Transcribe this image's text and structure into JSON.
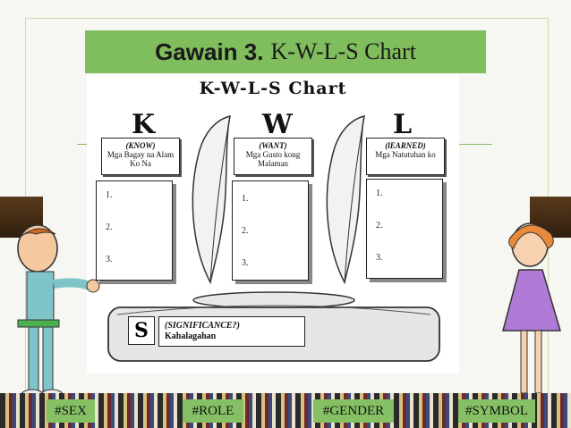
{
  "title": {
    "bold": "Gawain 3.",
    "rest": "K-W-L-S Chart"
  },
  "chart": {
    "heading": "K-W-L-S Chart",
    "columns": [
      {
        "letter": "K",
        "tag": "(KNOW)",
        "label": "Mga Bagay na Alam Ko Na",
        "items": [
          "1.",
          "2.",
          "3."
        ]
      },
      {
        "letter": "W",
        "tag": "(WANT)",
        "label": "Mga Gusto kong Malaman",
        "items": [
          "1.",
          "2.",
          "3."
        ]
      },
      {
        "letter": "L",
        "tag": "(lEARNED)",
        "label": "Mga Natutuhan ko",
        "items": [
          "1.",
          "2.",
          "3."
        ]
      }
    ],
    "significance": {
      "letter": "S",
      "tag": "(SIGNIFICANCE?)",
      "label": "Kahalagahan"
    }
  },
  "tags": [
    "#SEX",
    "#ROLE",
    "#GENDER",
    "#SYMBOL"
  ],
  "colors": {
    "accent_green": "#7fbd5d",
    "tag_green": "#86c064"
  }
}
